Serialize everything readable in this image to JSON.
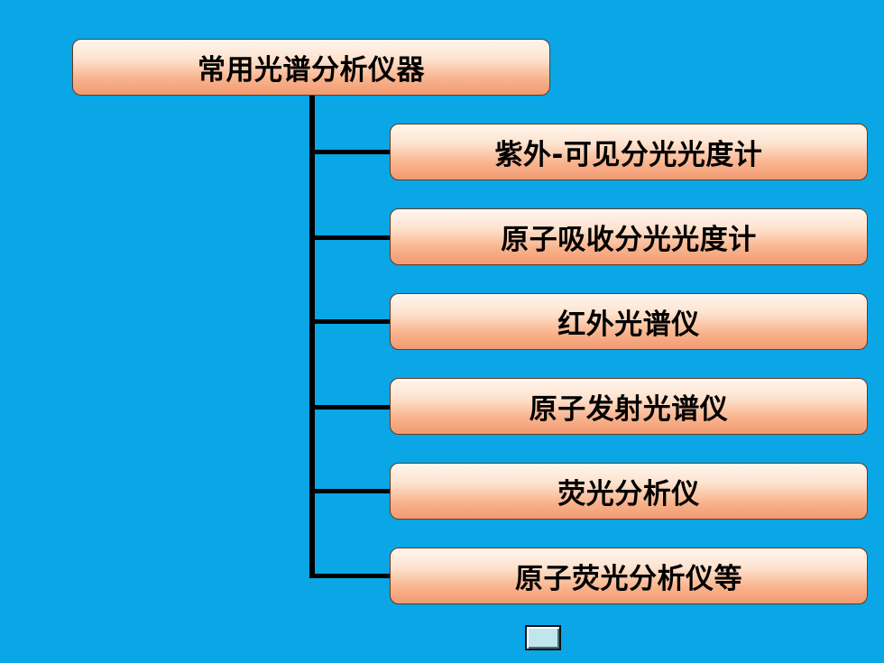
{
  "root": {
    "label": "常用光谱分析仪器"
  },
  "children": [
    {
      "label": "紫外-可见分光光度计"
    },
    {
      "label": "原子吸收分光光度计"
    },
    {
      "label": "红外光谱仪"
    },
    {
      "label": "原子发射光谱仪"
    },
    {
      "label": "荧光分析仪"
    },
    {
      "label": "原子荧光分析仪等"
    }
  ],
  "colors": {
    "background": "#0aa6e6",
    "box_light": "#fde3cf",
    "box_dark": "#f19a72",
    "connector": "#000000"
  }
}
